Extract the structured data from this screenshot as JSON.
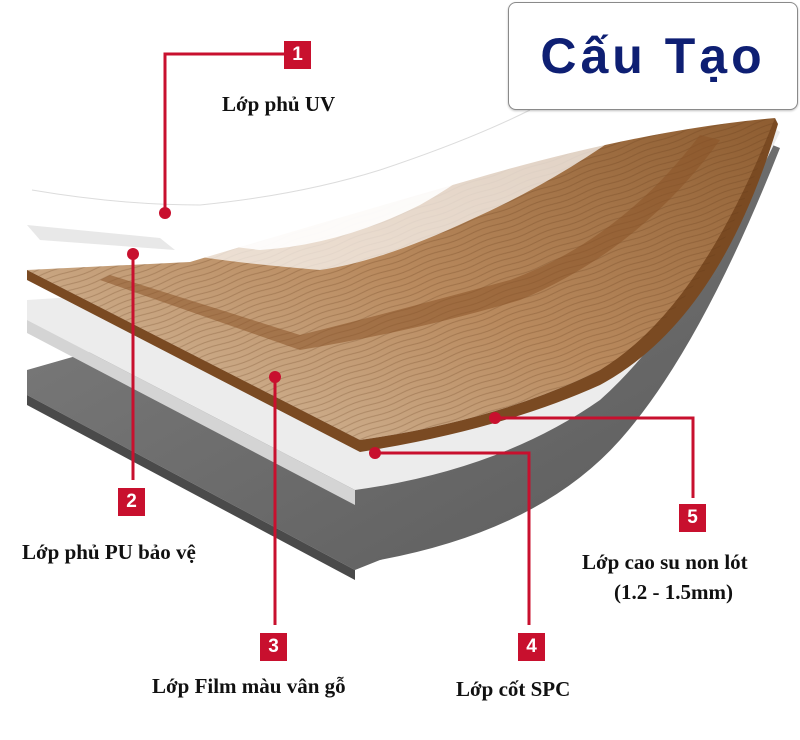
{
  "title": "Cấu Tạo",
  "colors": {
    "accent": "#c8102e",
    "title": "#0e1f73",
    "wood_light": "#b98a5e",
    "wood_dark": "#8a5428",
    "spc_core": "#e6e6e6",
    "rubber_base": "#6b6b6b"
  },
  "layers": [
    {
      "number": "1",
      "label": "Lớp phủ UV"
    },
    {
      "number": "2",
      "label": "Lớp phủ PU bảo vệ"
    },
    {
      "number": "3",
      "label": "Lớp Film màu vân gỗ"
    },
    {
      "number": "4",
      "label": "Lớp cốt SPC"
    },
    {
      "number": "5",
      "label": "Lớp cao su non lót",
      "sublabel": "(1.2 - 1.5mm)"
    }
  ]
}
